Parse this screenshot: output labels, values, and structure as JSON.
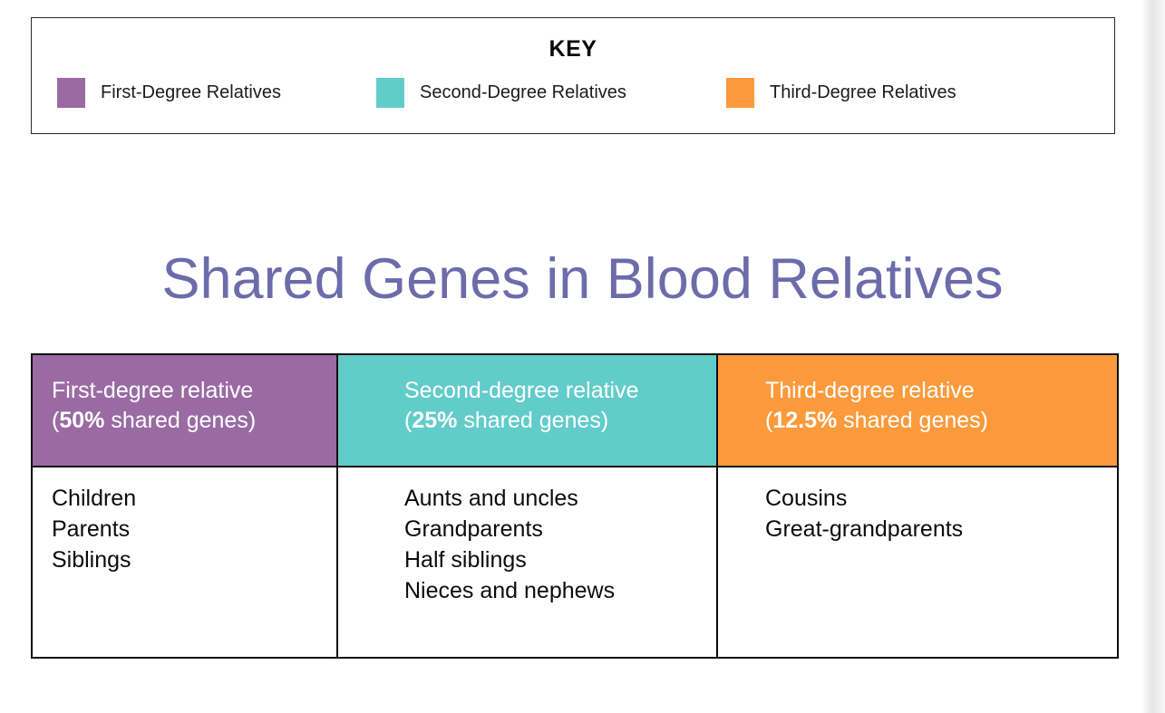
{
  "key": {
    "title": "KEY",
    "entries": [
      {
        "label": "First-Degree Relatives",
        "color": "#9a6ba3",
        "swatch_name": "first-degree-swatch"
      },
      {
        "label": "Second-Degree Relatives",
        "color": "#62ccca",
        "swatch_name": "second-degree-swatch"
      },
      {
        "label": "Third-Degree Relatives",
        "color": "#fc9a3c",
        "swatch_name": "third-degree-swatch"
      }
    ]
  },
  "title": "Shared Genes in Blood Relatives",
  "title_color": "#6c6cab",
  "table": {
    "columns": [
      {
        "header_name": "First-degree relative",
        "header_percent": "50%",
        "header_percent_suffix": " shared genes)",
        "header_paren_open": "(",
        "header_bg": "#9a6ba3",
        "items": [
          "Children",
          "Parents",
          "Siblings"
        ]
      },
      {
        "header_name": "Second-degree relative",
        "header_percent": "25%",
        "header_percent_suffix": " shared genes)",
        "header_paren_open": "(",
        "header_bg": "#62ccca",
        "items": [
          "Aunts and uncles",
          "Grandparents",
          "Half siblings",
          "Nieces and nephews"
        ]
      },
      {
        "header_name": "Third-degree relative",
        "header_percent": "12.5%",
        "header_percent_suffix": " shared genes)",
        "header_paren_open": "(",
        "header_bg": "#fc9a3c",
        "items": [
          "Cousins",
          "Great-grandparents"
        ]
      }
    ]
  }
}
